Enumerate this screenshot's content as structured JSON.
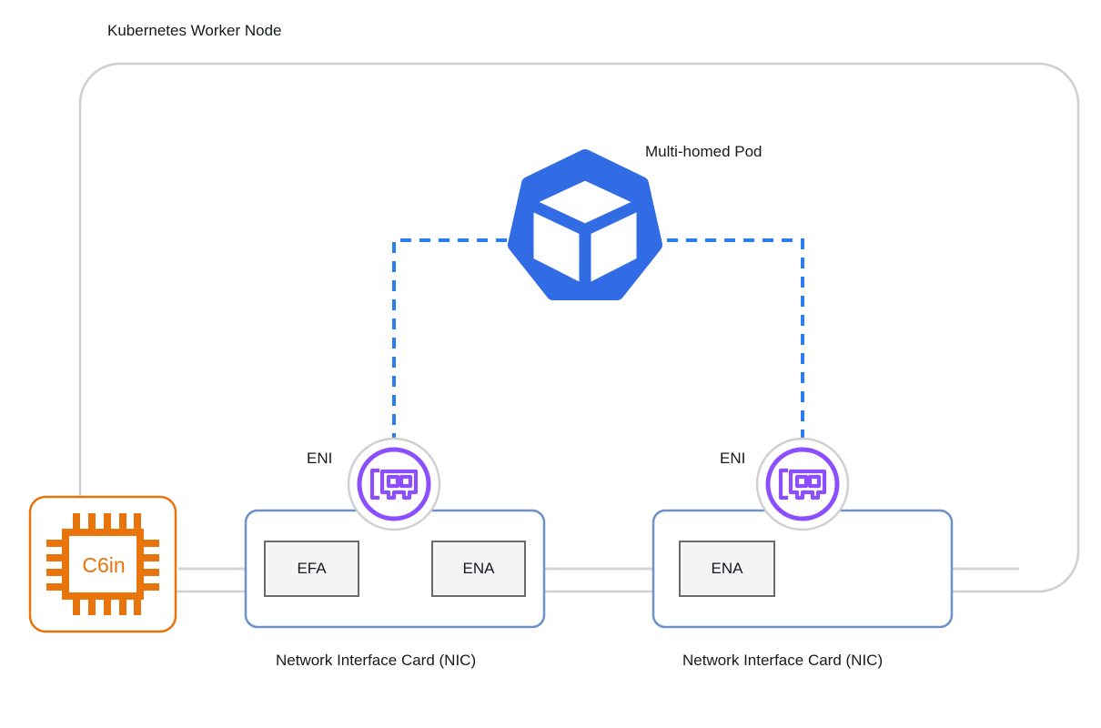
{
  "diagram": {
    "type": "architecture-diagram",
    "title": "Kubernetes Worker Node",
    "pod": {
      "label": "Multi-homed Pod",
      "icon": "kubernetes-logo",
      "color": "#326ce5"
    },
    "instance": {
      "label": "C6in",
      "icon": "cpu-chip-icon",
      "color": "#e8740c"
    },
    "enis": [
      {
        "label": "ENI",
        "icon": "network-interface-card-icon",
        "color": "#8c4fff"
      },
      {
        "label": "ENI",
        "icon": "network-interface-card-icon",
        "color": "#8c4fff"
      }
    ],
    "nics": [
      {
        "label": "Network Interface Card (NIC)",
        "color": "#6b93c9",
        "adapters": [
          "EFA",
          "ENA"
        ]
      },
      {
        "label": "Network Interface Card (NIC)",
        "color": "#6b93c9",
        "adapters": [
          "ENA"
        ]
      }
    ],
    "connections": {
      "pod_to_eni_style": "dashed",
      "pod_to_eni_color": "#2b7ef0",
      "bus_color": "#d5d5d5",
      "boundary_color": "#cfcfcf"
    }
  }
}
